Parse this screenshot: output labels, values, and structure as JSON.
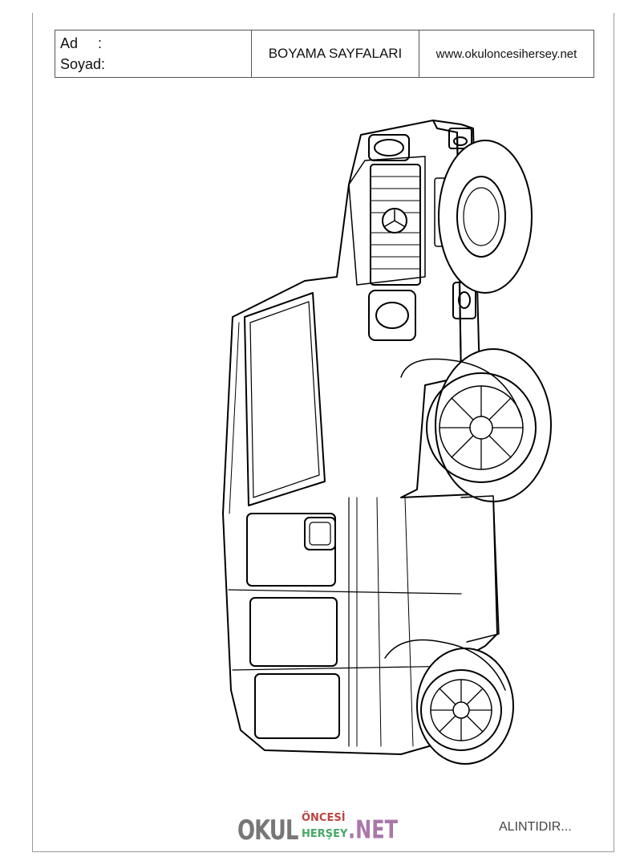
{
  "header": {
    "name_label": "Ad     :",
    "surname_label": "Soyad:",
    "title": "BOYAMA SAYFALARI",
    "website": "www.okuloncesihersey.net"
  },
  "illustration": {
    "subject": "car-coloring-outline",
    "stroke_color": "#000000",
    "fill_color": "#ffffff"
  },
  "logo": {
    "part_okul": "OKUL",
    "part_oncesi": "ÖNCESİ",
    "part_hersey": "HERŞEY",
    "part_net": ".NET"
  },
  "footer": {
    "note": "ALINTIDIR..."
  }
}
